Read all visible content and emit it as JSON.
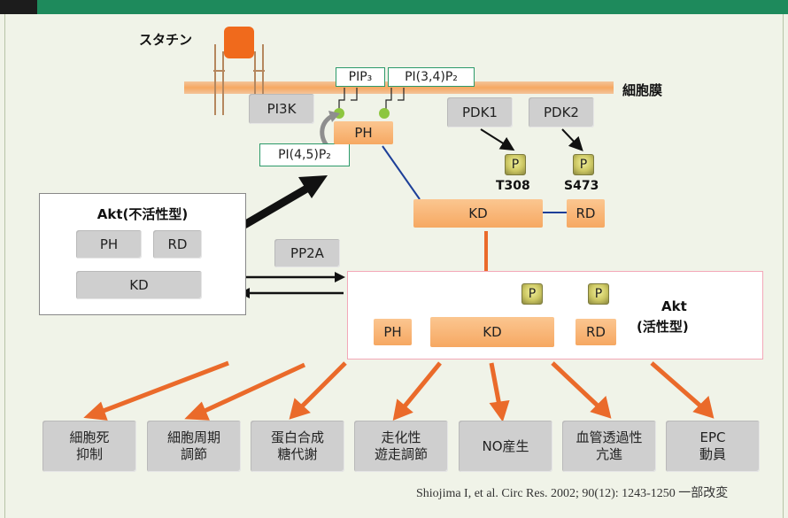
{
  "statin_label": "スタチン",
  "membrane_label": "細胞膜",
  "pip3": "PIP₃",
  "pi34p2": "PI(3,4)P₂",
  "pi45p2": "PI(4,5)P₂",
  "pi3k": "PI3K",
  "pdk1": "PDK1",
  "pdk2": "PDK2",
  "ph_top": "PH",
  "p": "P",
  "t308": "T308",
  "s473": "S473",
  "kd_top": "KD",
  "rd_top": "RD",
  "akt_inactive": {
    "title": "Akt(不活性型)",
    "ph": "PH",
    "rd": "RD",
    "kd": "KD"
  },
  "pp2a": "PP2A",
  "akt_active": {
    "title_line1": "Akt",
    "title_line2": "(活性型)",
    "ph": "PH",
    "kd": "KD",
    "rd": "RD"
  },
  "effects": [
    {
      "line1": "細胞死",
      "line2": "抑制"
    },
    {
      "line1": "細胞周期",
      "line2": "調節"
    },
    {
      "line1": "蛋白合成",
      "line2": "糖代謝"
    },
    {
      "line1": "走化性",
      "line2": "遊走調節"
    },
    {
      "line1": "NO産生",
      "line2": ""
    },
    {
      "line1": "血管透過性",
      "line2": "亢進"
    },
    {
      "line1": "EPC",
      "line2": "動員"
    }
  ],
  "citation": "Shiojima I, et al. Circ Res. 2002; 90(12): 1243-1250 一部改変",
  "colors": {
    "topbar": "#1e8a5c",
    "orange": "#f6a862",
    "arrow_orange": "#ea6a2a",
    "green_border": "#2c9a6a"
  }
}
